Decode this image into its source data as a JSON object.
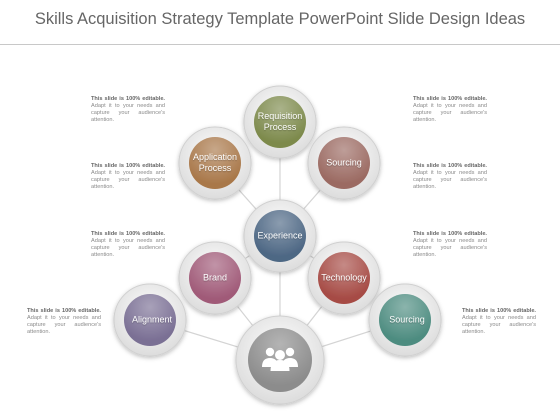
{
  "title": "Skills Acquisition Strategy Template PowerPoint Slide Design Ideas",
  "center_icon": "people-group-icon",
  "nodes": {
    "requisition": {
      "label": "Requisition Process",
      "color": "#7d8a4c"
    },
    "application": {
      "label": "Application Process",
      "color": "#a9784a"
    },
    "sourcing_top": {
      "label": "Sourcing",
      "color": "#9b6a62"
    },
    "experience": {
      "label": "Experience",
      "color": "#4d6784"
    },
    "brand": {
      "label": "Brand",
      "color": "#a05a78"
    },
    "technology": {
      "label": "Technology",
      "color": "#a64b45"
    },
    "alignment": {
      "label": "Alignment",
      "color": "#7a6f94"
    },
    "sourcing_bottom": {
      "label": "Sourcing",
      "color": "#4d8c80"
    }
  },
  "description": {
    "lead": "This slide is 100% editable.",
    "body": "Adapt it to your needs and capture your audience's attention."
  }
}
